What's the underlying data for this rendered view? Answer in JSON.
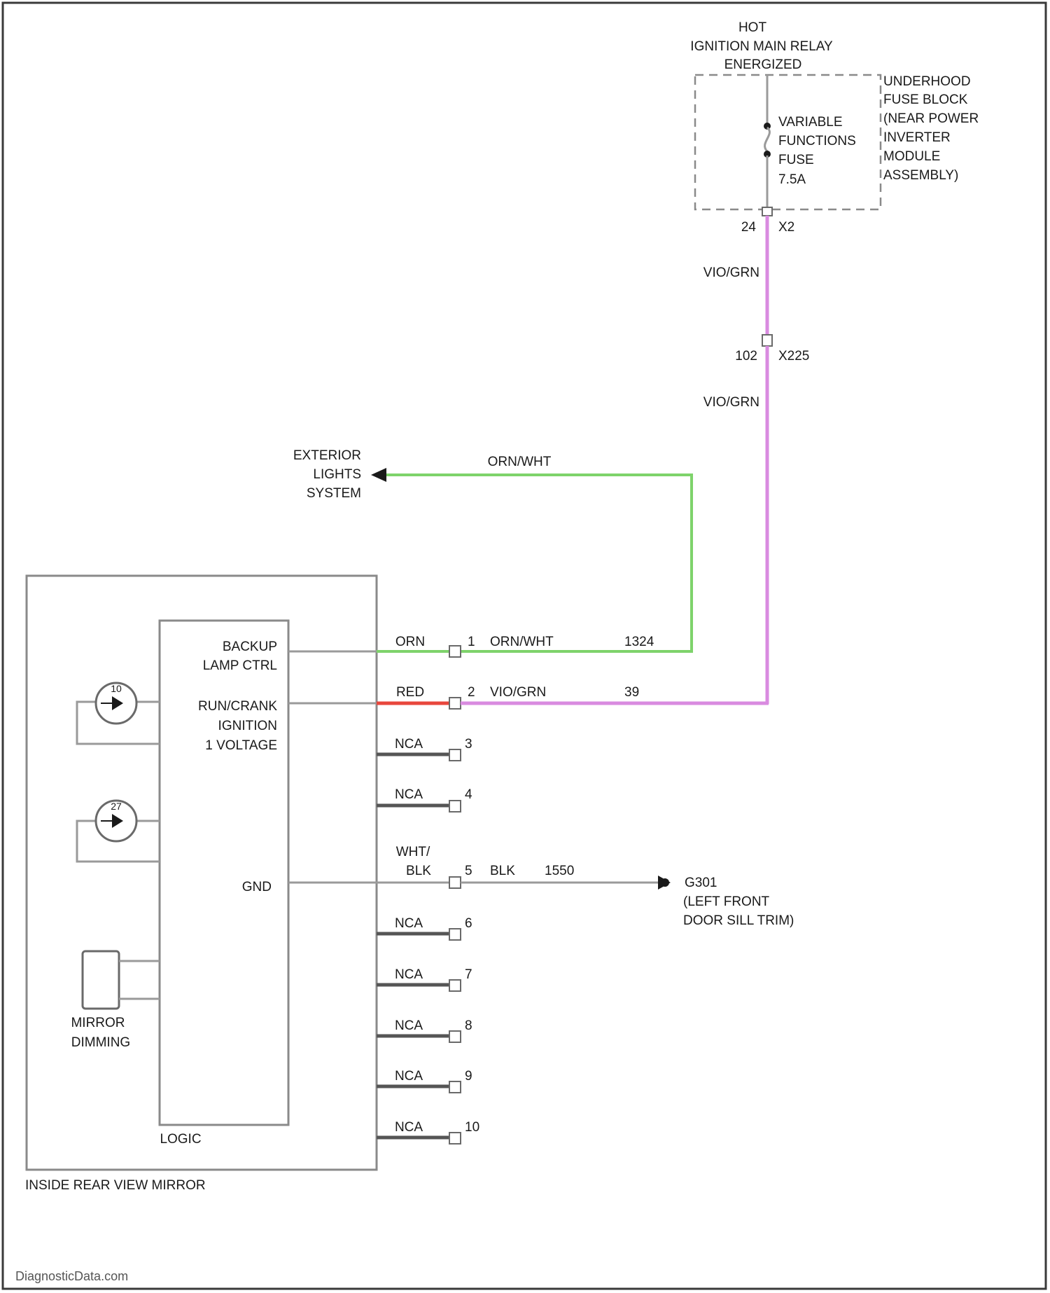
{
  "colors": {
    "green_wire": "#7ed36b",
    "violet_wire": "#d98be0",
    "red_wire": "#e8463c",
    "gray_wire": "#9a9a9a",
    "nca_wire": "#555555"
  },
  "power": {
    "hot_line1": "HOT",
    "hot_line2": "IGNITION MAIN RELAY",
    "hot_line3": "ENERGIZED",
    "fuse_line1": "VARIABLE",
    "fuse_line2": "FUNCTIONS",
    "fuse_line3": "FUSE",
    "fuse_line4": "7.5A",
    "block_line1": "UNDERHOOD",
    "block_line2": "FUSE BLOCK",
    "block_line3": "(NEAR POWER",
    "block_line4": "INVERTER",
    "block_line5": "MODULE",
    "block_line6": "ASSEMBLY)",
    "fuse_pin": "24",
    "fuse_conn": "X2",
    "wire_color_1": "VIO/GRN",
    "inline_pin": "102",
    "inline_conn": "X225",
    "wire_color_2": "VIO/GRN"
  },
  "exterior": {
    "line1": "EXTERIOR",
    "line2": "LIGHTS",
    "line3": "SYSTEM",
    "wire_color": "ORN/WHT"
  },
  "mirror": {
    "backup_line1": "BACKUP",
    "backup_line2": "LAMP CTRL",
    "ign_line1": "RUN/CRANK",
    "ign_line2": "IGNITION",
    "ign_line3": "1 VOLTAGE",
    "gnd_label": "GND",
    "logic_label": "LOGIC",
    "dimming_line1": "MIRROR",
    "dimming_line2": "DIMMING",
    "sensor1": "10",
    "sensor2": "27",
    "title": "INSIDE REAR VIEW MIRROR"
  },
  "pins": [
    {
      "num": "1",
      "internal": "ORN",
      "external": "ORN/WHT",
      "circuit": "1324"
    },
    {
      "num": "2",
      "internal": "RED",
      "external": "VIO/GRN",
      "circuit": "39"
    },
    {
      "num": "3",
      "internal": "NCA"
    },
    {
      "num": "4",
      "internal": "NCA"
    },
    {
      "num": "5",
      "internal_line1": "WHT/",
      "internal_line2": "BLK",
      "external": "BLK",
      "circuit": "1550"
    },
    {
      "num": "6",
      "internal": "NCA"
    },
    {
      "num": "7",
      "internal": "NCA"
    },
    {
      "num": "8",
      "internal": "NCA"
    },
    {
      "num": "9",
      "internal": "NCA"
    },
    {
      "num": "10",
      "internal": "NCA"
    }
  ],
  "ground": {
    "id": "G301",
    "line2": "(LEFT FRONT",
    "line3": "DOOR SILL TRIM)"
  },
  "watermark": "DiagnosticData.com"
}
